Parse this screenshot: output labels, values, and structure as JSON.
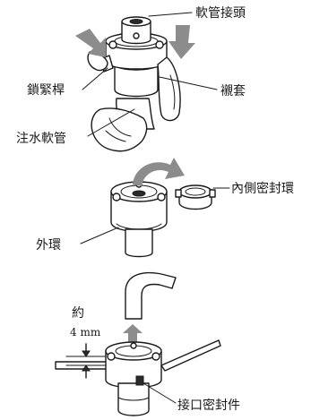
{
  "labels": {
    "hose_connector": "軟管接頭",
    "lock_lever": "鎖緊桿",
    "sleeve": "襯套",
    "inlet_hose": "注水軟管",
    "inner_seal": "內側密封環",
    "outer_ring": "外環",
    "approx": "約",
    "gap": "4 mm",
    "joint_seal": "接口密封件"
  },
  "icons": {
    "push_arrows": "gray-downward-arrows",
    "remove_arrow": "gray-curved-arrow",
    "lift_arrow": "gray-upward-arrow"
  }
}
